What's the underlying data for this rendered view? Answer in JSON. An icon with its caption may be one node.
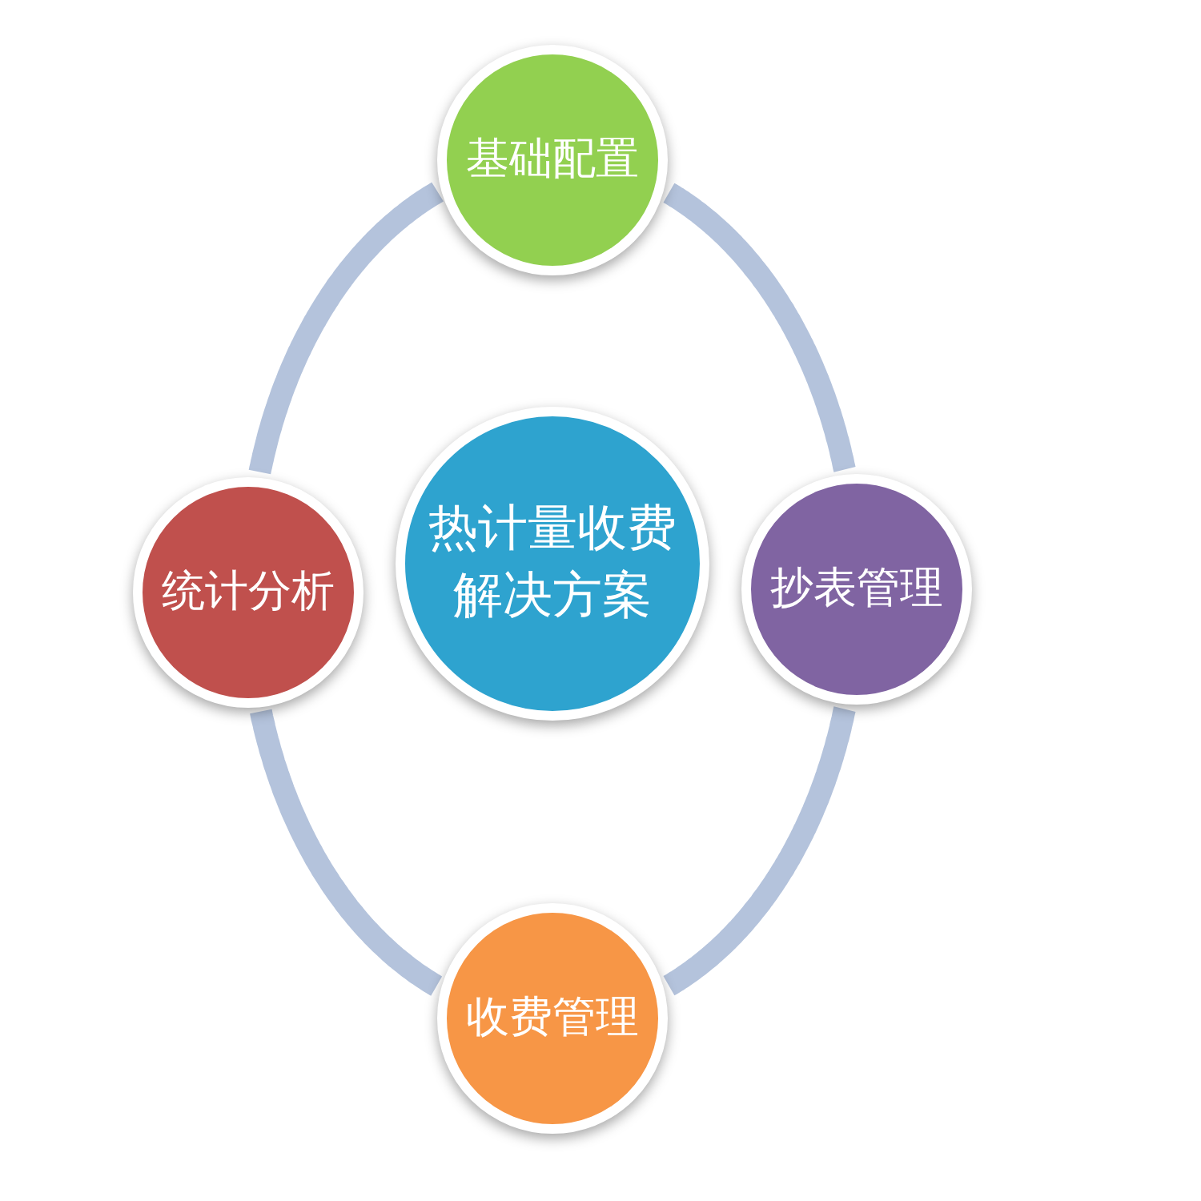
{
  "diagram": {
    "nodes": [
      {
        "text": [
          "基础配置"
        ]
      },
      {
        "text": [
          "统计分析"
        ]
      },
      {
        "text": [
          "热计量收费解决方案"
        ]
      },
      {
        "text": [
          "抄表管理"
        ]
      },
      {
        "text": [
          "收费管理"
        ]
      }
    ],
    "edges": [
      {
        "from": 0,
        "to": 3,
        "arrow": "none"
      },
      {
        "from": 3,
        "to": 4,
        "arrow": "none"
      },
      {
        "from": 4,
        "to": 1,
        "arrow": "none"
      },
      {
        "from": 1,
        "to": 0,
        "arrow": "none"
      }
    ]
  }
}
